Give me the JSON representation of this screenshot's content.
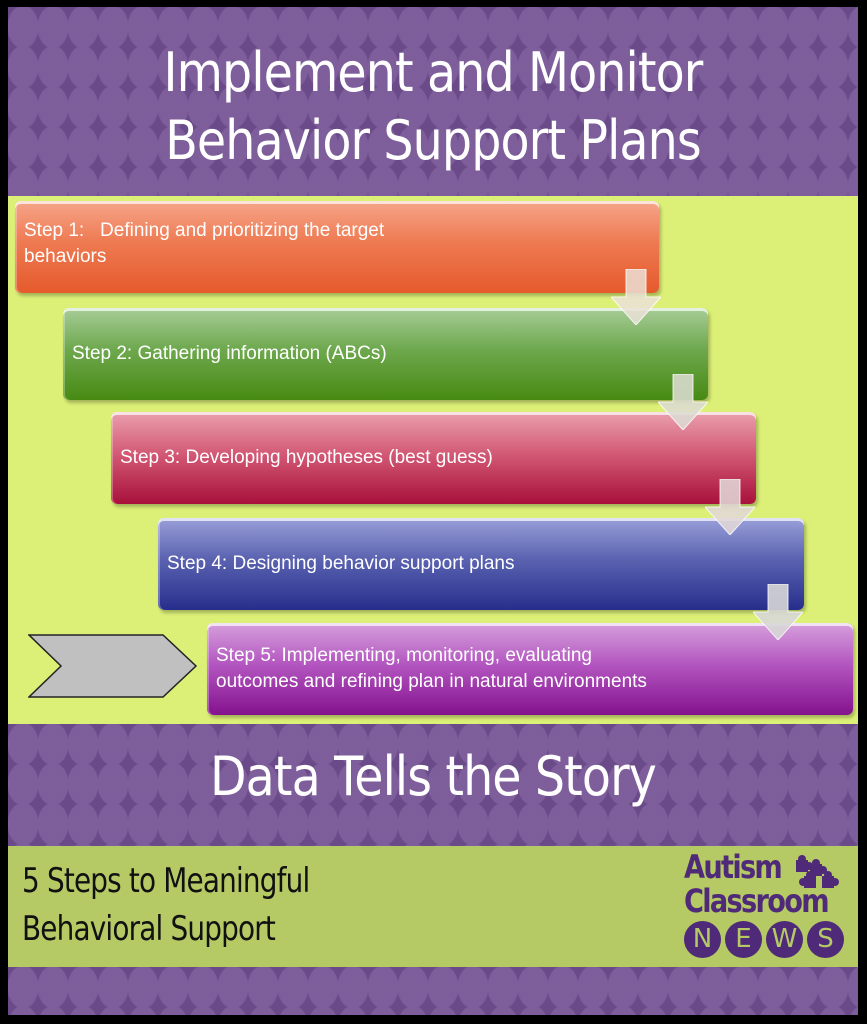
{
  "header": {
    "title_line1": "Implement and Monitor",
    "title_line2": "Behavior Support Plans"
  },
  "steps": [
    {
      "label": "Step 1:   Defining and prioritizing the target",
      "label2": "behaviors",
      "color": "#e55a2c"
    },
    {
      "label": "Step 2: Gathering information (ABCs)",
      "color": "#478a12"
    },
    {
      "label": "Step 3: Developing hypotheses (best guess)",
      "color": "#a8103a"
    },
    {
      "label": "Step 4: Designing behavior support plans",
      "color": "#262e8c"
    },
    {
      "label": "Step 5: Implementing, monitoring, evaluating",
      "label2": "outcomes and refining plan in natural environments",
      "color": "#84128e"
    }
  ],
  "current_step_marker": "chevron-pointing-to-step-5",
  "subtitle": "Data Tells the Story",
  "footer": {
    "tagline_line1": "5 Steps to Meaningful",
    "tagline_line2": "Behavioral Support",
    "logo": {
      "line1": "Autism",
      "line2": "Classroom",
      "news_letters": [
        "N",
        "E",
        "W",
        "S"
      ]
    }
  },
  "colors": {
    "purple_band": "#6b4a89",
    "lime_background": "#dcf077",
    "footer_green": "#b5c965",
    "logo_purple": "#4f2a78",
    "border": "#000000"
  }
}
